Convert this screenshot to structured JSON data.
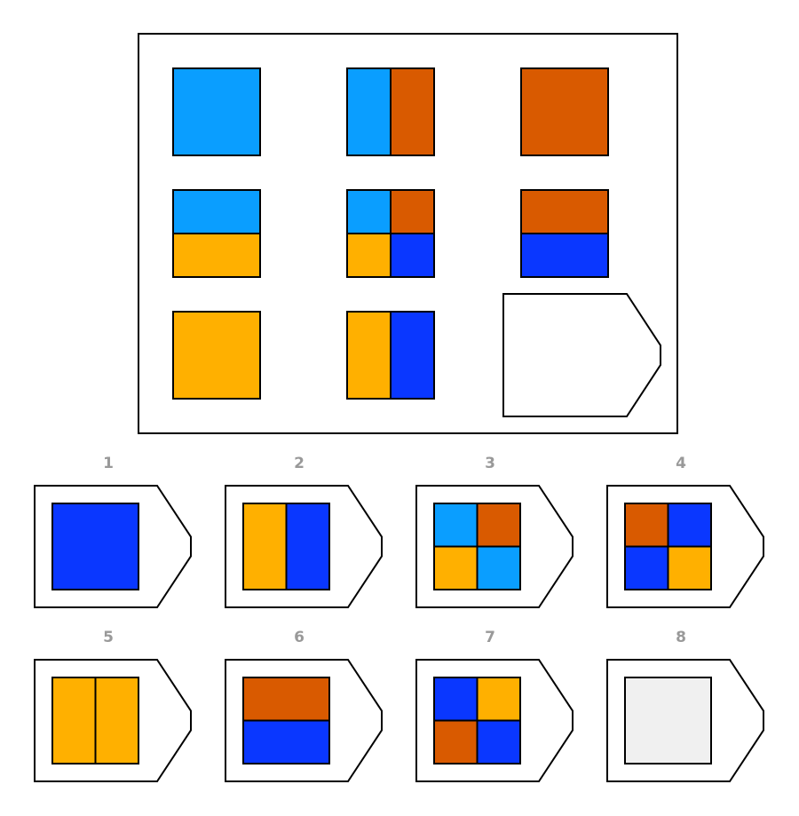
{
  "colors": {
    "light_blue": "#0A9EFF",
    "rust": "#D95A00",
    "amber": "#FFB000",
    "blue": "#0A37FF",
    "empty": "#F0F0F0",
    "stroke": "#000000",
    "label": "#999999"
  },
  "matrix": {
    "cells": [
      {
        "layout": "full",
        "colors": [
          "light_blue"
        ]
      },
      {
        "layout": "vsplit",
        "colors": [
          "light_blue",
          "rust"
        ]
      },
      {
        "layout": "full",
        "colors": [
          "rust"
        ]
      },
      {
        "layout": "hsplit",
        "colors": [
          "light_blue",
          "amber"
        ]
      },
      {
        "layout": "quad",
        "colors": [
          "light_blue",
          "rust",
          "amber",
          "blue"
        ]
      },
      {
        "layout": "hsplit",
        "colors": [
          "rust",
          "blue"
        ]
      },
      {
        "layout": "full",
        "colors": [
          "amber"
        ]
      },
      {
        "layout": "vsplit",
        "colors": [
          "amber",
          "blue"
        ]
      },
      {
        "layout": "missing",
        "colors": []
      }
    ]
  },
  "options": [
    {
      "label": "1",
      "layout": "full",
      "colors": [
        "blue"
      ]
    },
    {
      "label": "2",
      "layout": "vsplit",
      "colors": [
        "amber",
        "blue"
      ]
    },
    {
      "label": "3",
      "layout": "quad",
      "colors": [
        "light_blue",
        "rust",
        "amber",
        "light_blue"
      ]
    },
    {
      "label": "4",
      "layout": "quad",
      "colors": [
        "rust",
        "blue",
        "blue",
        "amber"
      ]
    },
    {
      "label": "5",
      "layout": "vsplit",
      "colors": [
        "amber",
        "amber"
      ]
    },
    {
      "label": "6",
      "layout": "hsplit",
      "colors": [
        "rust",
        "blue"
      ]
    },
    {
      "label": "7",
      "layout": "quad",
      "colors": [
        "blue",
        "amber",
        "rust",
        "blue"
      ]
    },
    {
      "label": "8",
      "layout": "full",
      "colors": [
        "empty"
      ]
    }
  ]
}
